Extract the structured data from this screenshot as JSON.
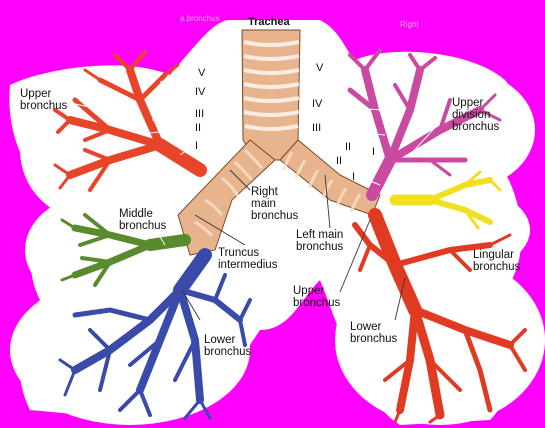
{
  "colors": {
    "background": "#ff00ff",
    "trachea": "#e8b48e",
    "cartilage": "#f4d6b8",
    "right_upper": "#e8442a",
    "right_middle": "#5a8a2e",
    "right_lower": "#3a4aa8",
    "left_upper": "#c94aa0",
    "lingular": "#f2e020",
    "left_lower": "#e03a22"
  },
  "labels": {
    "trachea": "Trachea",
    "right_upper_bronchus": [
      "Upper",
      "bronchus"
    ],
    "right_roman": [
      "V",
      "IV",
      "III",
      "II",
      "I"
    ],
    "middle_bronchus": [
      "Middle",
      "bronchus"
    ],
    "right_main_bronchus": [
      "Right",
      "main",
      "bronchus"
    ],
    "truncus_intermedius": [
      "Truncus",
      "intermedius"
    ],
    "right_lower_bronchus": [
      "Lower",
      "bronchus"
    ],
    "left_roman": [
      "V",
      "IV",
      "III",
      "II",
      "I",
      "II",
      "I"
    ],
    "upper_division_bronchus": [
      "Upper",
      "division",
      "bronchus"
    ],
    "left_main_bronchus": [
      "Left main",
      "bronchus"
    ],
    "left_upper_bronchus": [
      "Upper",
      "bronchus"
    ],
    "lingular_bronchus": [
      "Lingular",
      "bronchus"
    ],
    "left_lower_bronchus": [
      "Lower",
      "bronchus"
    ],
    "faint_top_left": "a.bronchus",
    "faint_top_right": "Right"
  }
}
